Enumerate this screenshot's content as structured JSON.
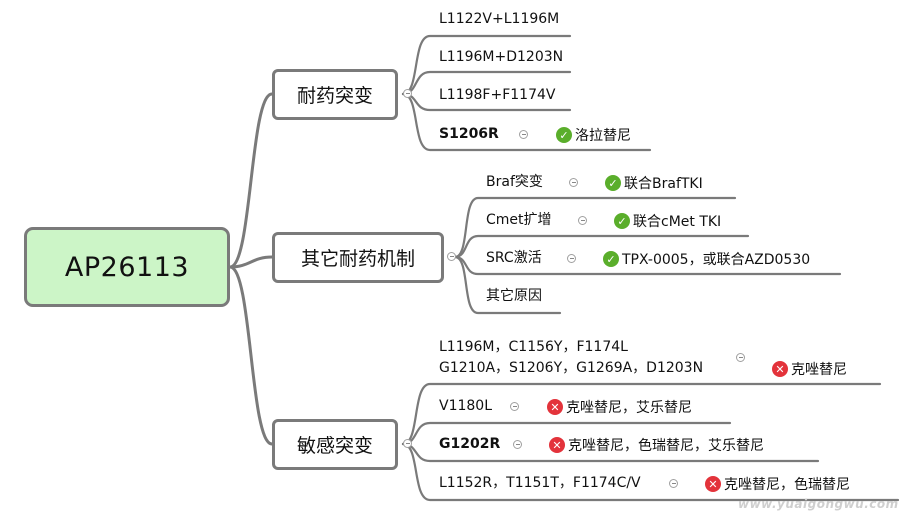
{
  "root": {
    "label": "AP26113"
  },
  "branches": [
    {
      "label": "耐药突变",
      "children": [
        {
          "label": "L1122V+L1196M"
        },
        {
          "label": "L1196M+D1203N"
        },
        {
          "label": "L1198F+F1174V"
        },
        {
          "label": "S1206R",
          "bold": true,
          "note": {
            "status": "sensitive",
            "text": "洛拉替尼"
          }
        }
      ]
    },
    {
      "label": "其它耐药机制",
      "children": [
        {
          "label": "Braf突变",
          "note": {
            "status": "sensitive",
            "text": "联合BrafTKI"
          }
        },
        {
          "label": "Cmet扩增",
          "note": {
            "status": "sensitive",
            "text": "联合cMet TKI"
          }
        },
        {
          "label": "SRC激活",
          "note": {
            "status": "sensitive",
            "text": "TPX-0005，或联合AZD0530"
          }
        },
        {
          "label": "其它原因"
        }
      ]
    },
    {
      "label": "敏感突变",
      "children": [
        {
          "label_line1": "L1196M，C1156Y，F1174L",
          "label_line2": "G1210A，S1206Y，G1269A，D1203N",
          "note": {
            "status": "resistant",
            "text": "克唑替尼"
          }
        },
        {
          "label": "V1180L",
          "note": {
            "status": "resistant",
            "text": "克唑替尼，艾乐替尼"
          }
        },
        {
          "label": "G1202R",
          "bold": true,
          "note": {
            "status": "resistant",
            "text": "克唑替尼，色瑞替尼，艾乐替尼"
          }
        },
        {
          "label": "L1152R，T1151T，F1174C/V",
          "note": {
            "status": "resistant",
            "text": "克唑替尼，色瑞替尼"
          }
        }
      ]
    }
  ],
  "watermark": "www.yuaigongwu.com",
  "colors": {
    "root_fill": "#ccf5c7",
    "connector": "#7a7a7a",
    "sensitive_icon": "#5aae2b",
    "resistant_icon": "#e3333b"
  },
  "icons": {
    "sensitive": "check-circle-icon",
    "resistant": "cross-circle-icon",
    "collapse": "collapse-minus-icon"
  }
}
